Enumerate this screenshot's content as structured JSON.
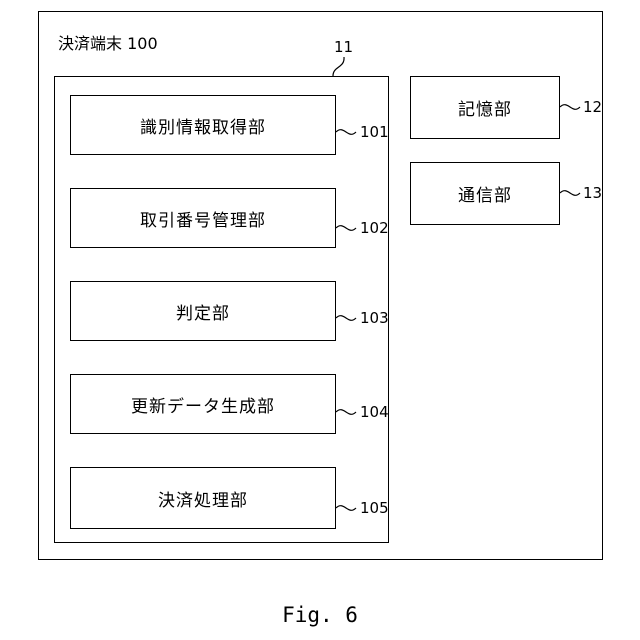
{
  "diagram": {
    "title": "決済端末 100",
    "group_ref": "11",
    "units": [
      {
        "name": "識別情報取得部",
        "ref": "101"
      },
      {
        "name": "取引番号管理部",
        "ref": "102"
      },
      {
        "name": "判定部",
        "ref": "103"
      },
      {
        "name": "更新データ生成部",
        "ref": "104"
      },
      {
        "name": "決済処理部",
        "ref": "105"
      }
    ],
    "side_units": [
      {
        "name": "記憶部",
        "ref": "12"
      },
      {
        "name": "通信部",
        "ref": "13"
      }
    ],
    "caption": "Fig. 6"
  }
}
